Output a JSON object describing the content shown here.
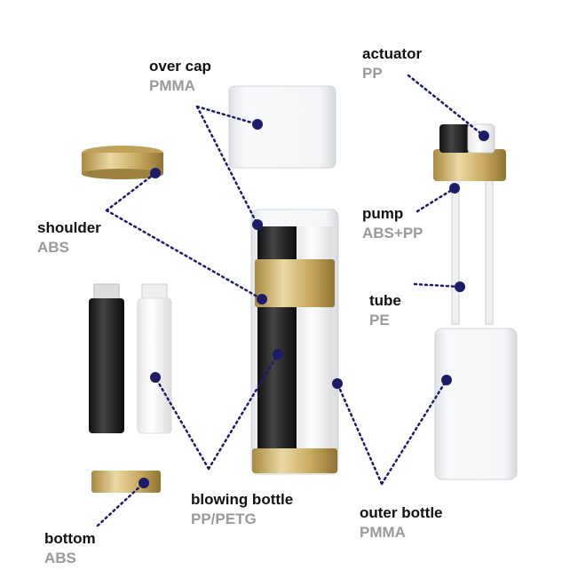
{
  "colors": {
    "dot": "#1c1c6b",
    "label": "#111111",
    "material": "#9a9a9a",
    "gold": "#c9ad6a"
  },
  "parts": [
    {
      "key": "over_cap",
      "name": "over cap",
      "material": "PMMA"
    },
    {
      "key": "actuator",
      "name": "actuator",
      "material": "PP"
    },
    {
      "key": "shoulder",
      "name": "shoulder",
      "material": "ABS"
    },
    {
      "key": "pump",
      "name": "pump",
      "material": "ABS+PP"
    },
    {
      "key": "tube",
      "name": "tube",
      "material": "PE"
    },
    {
      "key": "blowing_bottle",
      "name": "blowing bottle",
      "material": "PP/PETG"
    },
    {
      "key": "outer_bottle",
      "name": "outer bottle",
      "material": "PMMA"
    },
    {
      "key": "bottom",
      "name": "bottom",
      "material": "ABS"
    }
  ]
}
